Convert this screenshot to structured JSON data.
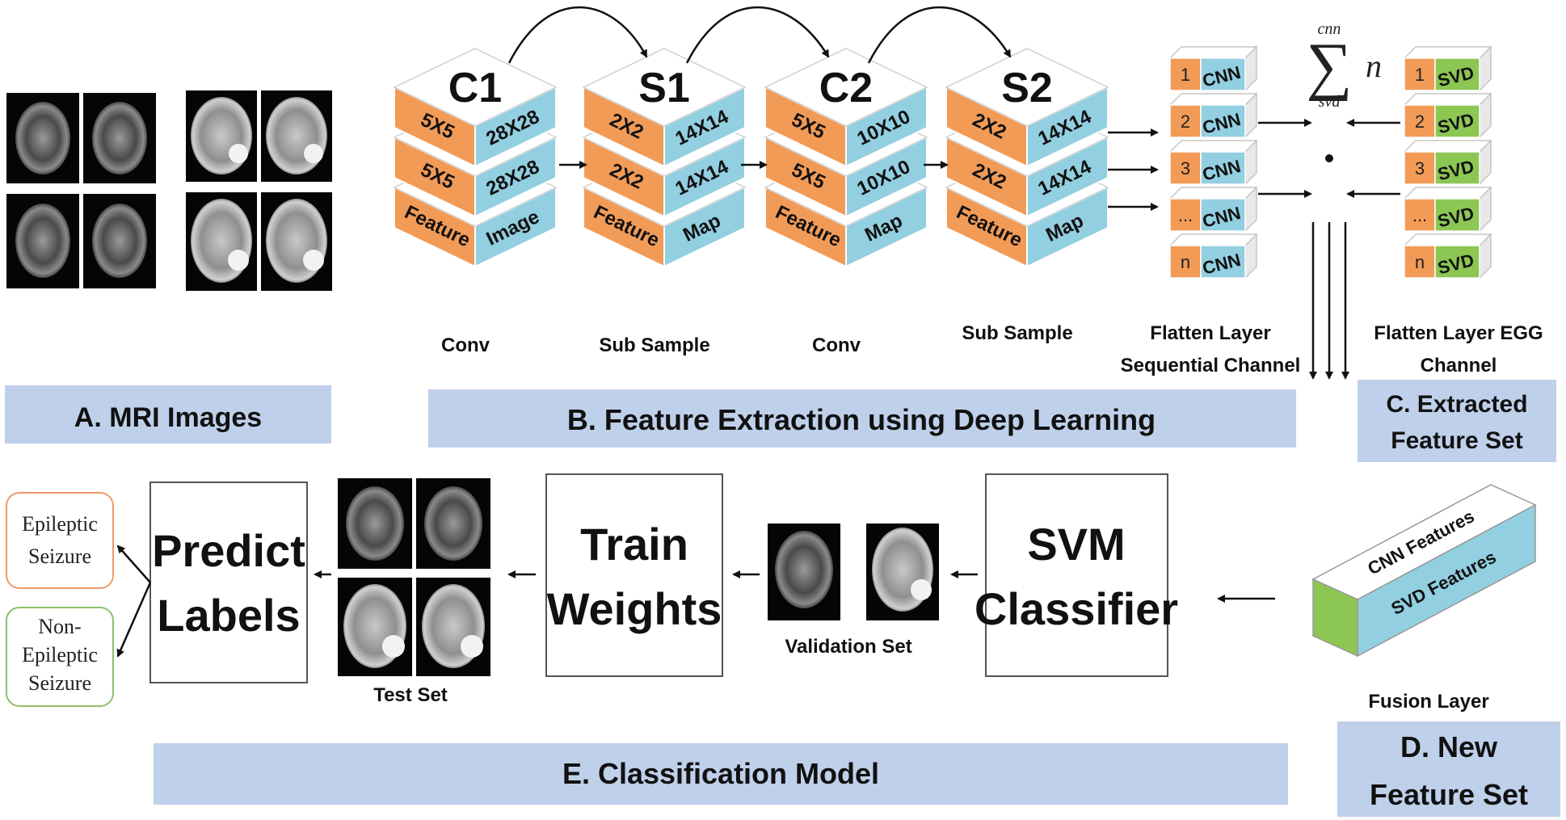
{
  "section_labels": {
    "mri": "A. MRI Images",
    "feature_extraction": "B. Feature Extraction using Deep Learning",
    "extracted_1": "C. Extracted",
    "extracted_2": "Feature Set",
    "new_1": "D. New",
    "new_2": "Feature Set",
    "classification": "E. Classification Model"
  },
  "cnn_blocks": [
    {
      "title": "C1",
      "kernel1": "5X5",
      "size1": "28X28",
      "kernel2": "5X5",
      "size2": "28X28",
      "left": "Feature",
      "right": "Image",
      "caption": "Conv"
    },
    {
      "title": "S1",
      "kernel1": "2X2",
      "size1": "14X14",
      "kernel2": "2X2",
      "size2": "14X14",
      "left": "Feature",
      "right": "Map",
      "caption": "Sub Sample"
    },
    {
      "title": "C2",
      "kernel1": "5X5",
      "size1": "10X10",
      "kernel2": "5X5",
      "size2": "10X10",
      "left": "Feature",
      "right": "Map",
      "caption": "Conv"
    },
    {
      "title": "S2",
      "kernel1": "2X2",
      "size1": "14X14",
      "kernel2": "2X2",
      "size2": "14X14",
      "left": "Feature",
      "right": "Map",
      "caption": "Sub Sample"
    }
  ],
  "cnn_flatten": {
    "items": [
      {
        "idx": "1",
        "label": "CNN"
      },
      {
        "idx": "2",
        "label": "CNN"
      },
      {
        "idx": "3",
        "label": "CNN"
      },
      {
        "idx": "...",
        "label": "CNN"
      },
      {
        "idx": "n",
        "label": "CNN"
      }
    ],
    "caption_1": "Flatten Layer",
    "caption_2": "Sequential Channel"
  },
  "svd_flatten": {
    "items": [
      {
        "idx": "1",
        "label": "SVD"
      },
      {
        "idx": "2",
        "label": "SVD"
      },
      {
        "idx": "3",
        "label": "SVD"
      },
      {
        "idx": "...",
        "label": "SVD"
      },
      {
        "idx": "n",
        "label": "SVD"
      }
    ],
    "caption_1": "Flatten Layer EGG",
    "caption_2": "Channel"
  },
  "sum_formula": {
    "symbol": "∑",
    "var": "n",
    "upper": "cnn",
    "lower": "svd"
  },
  "fusion": {
    "top": "CNN Features",
    "front": "SVD Features",
    "caption": "Fusion Layer"
  },
  "pipeline": {
    "svm_1": "SVM",
    "svm_2": "Classifier",
    "validation": "Validation Set",
    "train_1": "Train",
    "train_2": "Weights",
    "test": "Test Set",
    "predict_1": "Predict",
    "predict_2": "Labels"
  },
  "outputs": [
    {
      "lines": [
        "Epileptic",
        "Seizure"
      ],
      "color": "#ed9b6a"
    },
    {
      "lines": [
        "Non-",
        "Epileptic",
        "Seizure"
      ],
      "color": "#8dc06a"
    }
  ],
  "colors": {
    "orange": "#f29b57",
    "blue": "#92cfe0",
    "green": "#8cc653",
    "band": "#bfd0ea"
  }
}
